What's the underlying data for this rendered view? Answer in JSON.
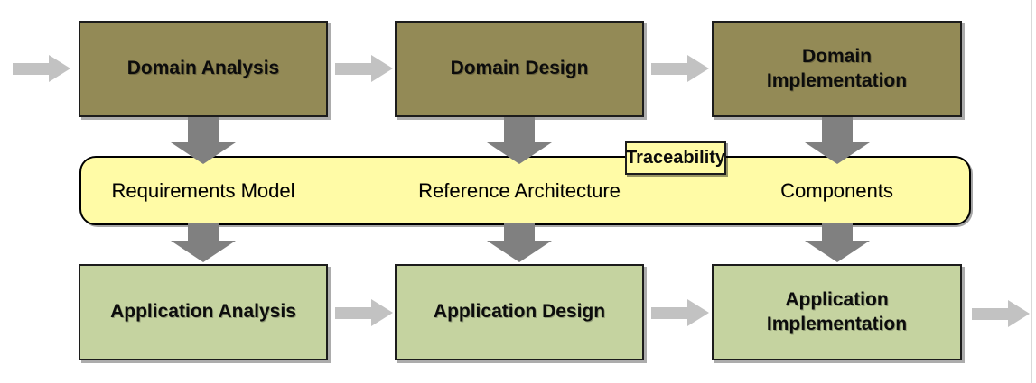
{
  "colors": {
    "domain_box": "#938A56",
    "application_box": "#C5D3A0",
    "band": "#FFFBA6",
    "traceability_bg": "#FFFBA6",
    "horizontal_arrow": "#C2C2C2",
    "vertical_arrow": "#808080",
    "box_border": "#1C1C1C",
    "page_edge": "#D9D9D9"
  },
  "top_row": {
    "analysis": "Domain Analysis",
    "design": "Domain Design",
    "implementation": "Domain Implementation"
  },
  "band": {
    "requirements": "Requirements Model",
    "reference": "Reference Architecture",
    "components": "Components",
    "traceability_label": "Traceability"
  },
  "bottom_row": {
    "analysis": "Application Analysis",
    "design": "Application Design",
    "implementation": "Application Implementation"
  },
  "icons": {
    "right_arrow": "right-arrow",
    "down_arrow": "down-arrow"
  }
}
